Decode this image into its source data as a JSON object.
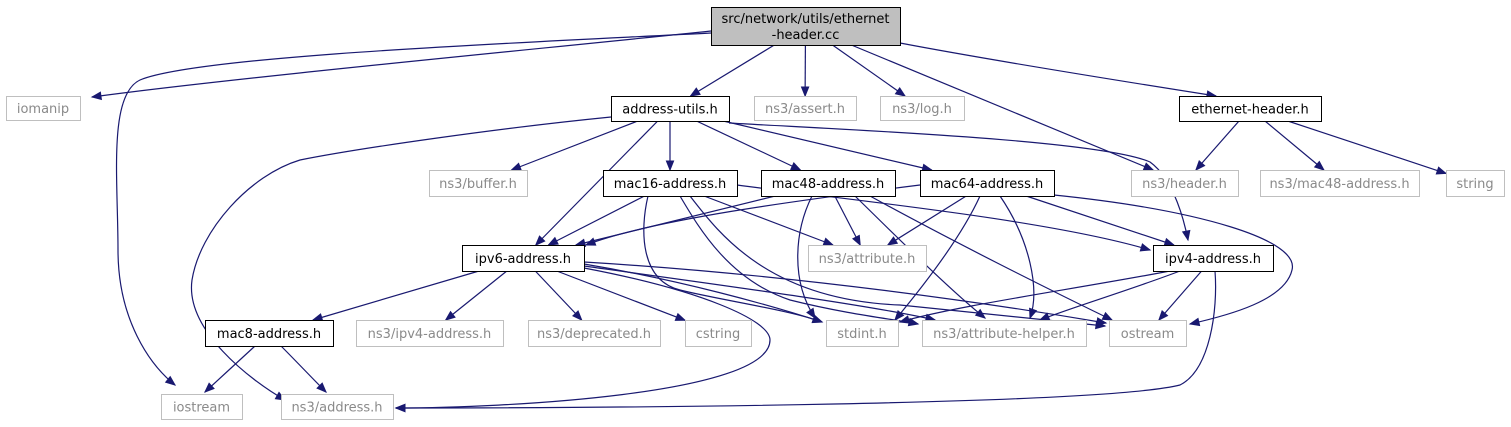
{
  "diagram": {
    "colors": {
      "edge": "#191970",
      "root_fill": "#bfbfbf",
      "node_border": "#000000",
      "external_border": "#bfbfbf",
      "external_text": "#8a8a8a"
    },
    "nodes": [
      {
        "id": "root",
        "label": [
          "src/network/utils/ethernet",
          "-header.cc"
        ],
        "kind": "root"
      },
      {
        "id": "iomanip",
        "label": [
          "iomanip"
        ],
        "kind": "external"
      },
      {
        "id": "iostream",
        "label": [
          "iostream"
        ],
        "kind": "external"
      },
      {
        "id": "address-utils",
        "label": [
          "address-utils.h"
        ],
        "kind": "internal"
      },
      {
        "id": "assert",
        "label": [
          "ns3/assert.h"
        ],
        "kind": "external"
      },
      {
        "id": "log",
        "label": [
          "ns3/log.h"
        ],
        "kind": "external"
      },
      {
        "id": "ethernet-header",
        "label": [
          "ethernet-header.h"
        ],
        "kind": "internal"
      },
      {
        "id": "ns3-header",
        "label": [
          "ns3/header.h"
        ],
        "kind": "external"
      },
      {
        "id": "ns3-address",
        "label": [
          "ns3/address.h"
        ],
        "kind": "external"
      },
      {
        "id": "ns3-buffer",
        "label": [
          "ns3/buffer.h"
        ],
        "kind": "external"
      },
      {
        "id": "ipv6-address",
        "label": [
          "ipv6-address.h"
        ],
        "kind": "internal"
      },
      {
        "id": "mac16-address",
        "label": [
          "mac16-address.h"
        ],
        "kind": "internal"
      },
      {
        "id": "mac48-address",
        "label": [
          "mac48-address.h"
        ],
        "kind": "internal"
      },
      {
        "id": "mac64-address",
        "label": [
          "mac64-address.h"
        ],
        "kind": "internal"
      },
      {
        "id": "ipv4-address",
        "label": [
          "ipv4-address.h"
        ],
        "kind": "internal"
      },
      {
        "id": "ns3-mac48-address",
        "label": [
          "ns3/mac48-address.h"
        ],
        "kind": "external"
      },
      {
        "id": "string",
        "label": [
          "string"
        ],
        "kind": "external"
      },
      {
        "id": "ns3-attribute",
        "label": [
          "ns3/attribute.h"
        ],
        "kind": "external"
      },
      {
        "id": "mac8-address",
        "label": [
          "mac8-address.h"
        ],
        "kind": "internal"
      },
      {
        "id": "ns3-ipv4-address",
        "label": [
          "ns3/ipv4-address.h"
        ],
        "kind": "external"
      },
      {
        "id": "ns3-deprecated",
        "label": [
          "ns3/deprecated.h"
        ],
        "kind": "external"
      },
      {
        "id": "cstring",
        "label": [
          "cstring"
        ],
        "kind": "external"
      },
      {
        "id": "stdint",
        "label": [
          "stdint.h"
        ],
        "kind": "external"
      },
      {
        "id": "ns3-attribute-helper",
        "label": [
          "ns3/attribute-helper.h"
        ],
        "kind": "external"
      },
      {
        "id": "ostream",
        "label": [
          "ostream"
        ],
        "kind": "external"
      }
    ],
    "edges": [
      {
        "from": "root",
        "to": "iomanip"
      },
      {
        "from": "root",
        "to": "iostream"
      },
      {
        "from": "root",
        "to": "address-utils"
      },
      {
        "from": "root",
        "to": "assert"
      },
      {
        "from": "root",
        "to": "log"
      },
      {
        "from": "root",
        "to": "ns3-header"
      },
      {
        "from": "root",
        "to": "ethernet-header"
      },
      {
        "from": "address-utils",
        "to": "ns3-address"
      },
      {
        "from": "address-utils",
        "to": "ns3-buffer"
      },
      {
        "from": "address-utils",
        "to": "ipv6-address"
      },
      {
        "from": "address-utils",
        "to": "mac16-address"
      },
      {
        "from": "address-utils",
        "to": "mac48-address"
      },
      {
        "from": "address-utils",
        "to": "mac64-address"
      },
      {
        "from": "address-utils",
        "to": "ipv4-address"
      },
      {
        "from": "ethernet-header",
        "to": "ns3-header"
      },
      {
        "from": "ethernet-header",
        "to": "ns3-mac48-address"
      },
      {
        "from": "ethernet-header",
        "to": "string"
      },
      {
        "from": "mac16-address",
        "to": "ipv6-address"
      },
      {
        "from": "mac16-address",
        "to": "ns3-attribute"
      },
      {
        "from": "mac16-address",
        "to": "ipv4-address"
      },
      {
        "from": "mac16-address",
        "to": "stdint"
      },
      {
        "from": "mac16-address",
        "to": "ns3-attribute-helper"
      },
      {
        "from": "mac16-address",
        "to": "ostream"
      },
      {
        "from": "mac48-address",
        "to": "ipv6-address"
      },
      {
        "from": "mac48-address",
        "to": "ns3-attribute"
      },
      {
        "from": "mac48-address",
        "to": "stdint"
      },
      {
        "from": "mac48-address",
        "to": "ns3-attribute-helper"
      },
      {
        "from": "mac48-address",
        "to": "ostream"
      },
      {
        "from": "mac64-address",
        "to": "ipv6-address"
      },
      {
        "from": "mac64-address",
        "to": "ns3-attribute"
      },
      {
        "from": "mac64-address",
        "to": "ipv4-address"
      },
      {
        "from": "mac64-address",
        "to": "stdint"
      },
      {
        "from": "mac64-address",
        "to": "ns3-attribute-helper"
      },
      {
        "from": "mac64-address",
        "to": "ostream"
      },
      {
        "from": "ipv6-address",
        "to": "mac8-address"
      },
      {
        "from": "ipv6-address",
        "to": "ns3-ipv4-address"
      },
      {
        "from": "ipv6-address",
        "to": "ns3-deprecated"
      },
      {
        "from": "ipv6-address",
        "to": "cstring"
      },
      {
        "from": "ipv6-address",
        "to": "stdint"
      },
      {
        "from": "ipv6-address",
        "to": "ns3-attribute-helper"
      },
      {
        "from": "ipv6-address",
        "to": "ostream"
      },
      {
        "from": "ipv6-address",
        "to": "ns3-address"
      },
      {
        "from": "ipv4-address",
        "to": "stdint"
      },
      {
        "from": "ipv4-address",
        "to": "ns3-attribute-helper"
      },
      {
        "from": "ipv4-address",
        "to": "ostream"
      },
      {
        "from": "ipv4-address",
        "to": "ns3-address"
      },
      {
        "from": "mac8-address",
        "to": "iostream"
      },
      {
        "from": "mac8-address",
        "to": "ns3-address"
      }
    ]
  }
}
